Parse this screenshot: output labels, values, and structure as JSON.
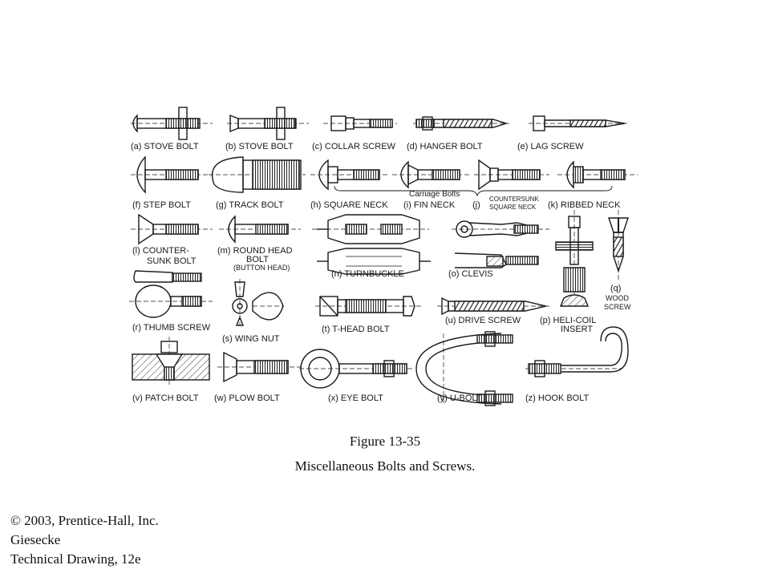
{
  "figure": {
    "number": "Figure 13-35",
    "title": "Miscellaneous Bolts and Screws.",
    "group_label": "Carriage Bolts",
    "items": [
      {
        "id": "a",
        "letter": "(a)",
        "label": "STOVE BOLT"
      },
      {
        "id": "b",
        "letter": "(b)",
        "label": "STOVE BOLT"
      },
      {
        "id": "c",
        "letter": "(c)",
        "label": "COLLAR SCREW"
      },
      {
        "id": "d",
        "letter": "(d)",
        "label": "HANGER BOLT"
      },
      {
        "id": "e",
        "letter": "(e)",
        "label": "LAG SCREW"
      },
      {
        "id": "f",
        "letter": "(f)",
        "label": "STEP BOLT"
      },
      {
        "id": "g",
        "letter": "(g)",
        "label": "TRACK BOLT"
      },
      {
        "id": "h",
        "letter": "(h)",
        "label": "SQUARE NECK"
      },
      {
        "id": "i",
        "letter": "(i)",
        "label": "FIN NECK"
      },
      {
        "id": "j",
        "letter": "(j)",
        "label": "COUNTERSUNK",
        "label2": "SQUARE NECK"
      },
      {
        "id": "k",
        "letter": "(k)",
        "label": "RIBBED NECK"
      },
      {
        "id": "l",
        "letter": "(l)",
        "label": "COUNTER-",
        "label2": "SUNK BOLT"
      },
      {
        "id": "m",
        "letter": "(m)",
        "label": "ROUND HEAD",
        "label2": "BOLT",
        "label3": "(BUTTON HEAD)"
      },
      {
        "id": "n",
        "letter": "(n)",
        "label": "TURNBUCKLE"
      },
      {
        "id": "o",
        "letter": "(o)",
        "label": "CLEVIS"
      },
      {
        "id": "p",
        "letter": "(p)",
        "label": "HELI-COIL",
        "label2": "INSERT"
      },
      {
        "id": "q",
        "letter": "(q)",
        "label": "WOOD",
        "label2": "SCREW"
      },
      {
        "id": "r",
        "letter": "(r)",
        "label": "THUMB SCREW"
      },
      {
        "id": "s",
        "letter": "(s)",
        "label": "WING NUT"
      },
      {
        "id": "t",
        "letter": "(t)",
        "label": "T-HEAD BOLT"
      },
      {
        "id": "u",
        "letter": "(u)",
        "label": "DRIVE SCREW"
      },
      {
        "id": "v",
        "letter": "(v)",
        "label": "PATCH BOLT"
      },
      {
        "id": "w",
        "letter": "(w)",
        "label": "PLOW BOLT"
      },
      {
        "id": "x",
        "letter": "(x)",
        "label": "EYE BOLT"
      },
      {
        "id": "y",
        "letter": "(y)",
        "label": "U-BOLT"
      },
      {
        "id": "z",
        "letter": "(z)",
        "label": "HOOK BOLT"
      }
    ]
  },
  "credit": {
    "line1": "© 2003, Prentice-Hall, Inc.",
    "line2": "Giesecke",
    "line3": "Technical Drawing, 12e"
  }
}
